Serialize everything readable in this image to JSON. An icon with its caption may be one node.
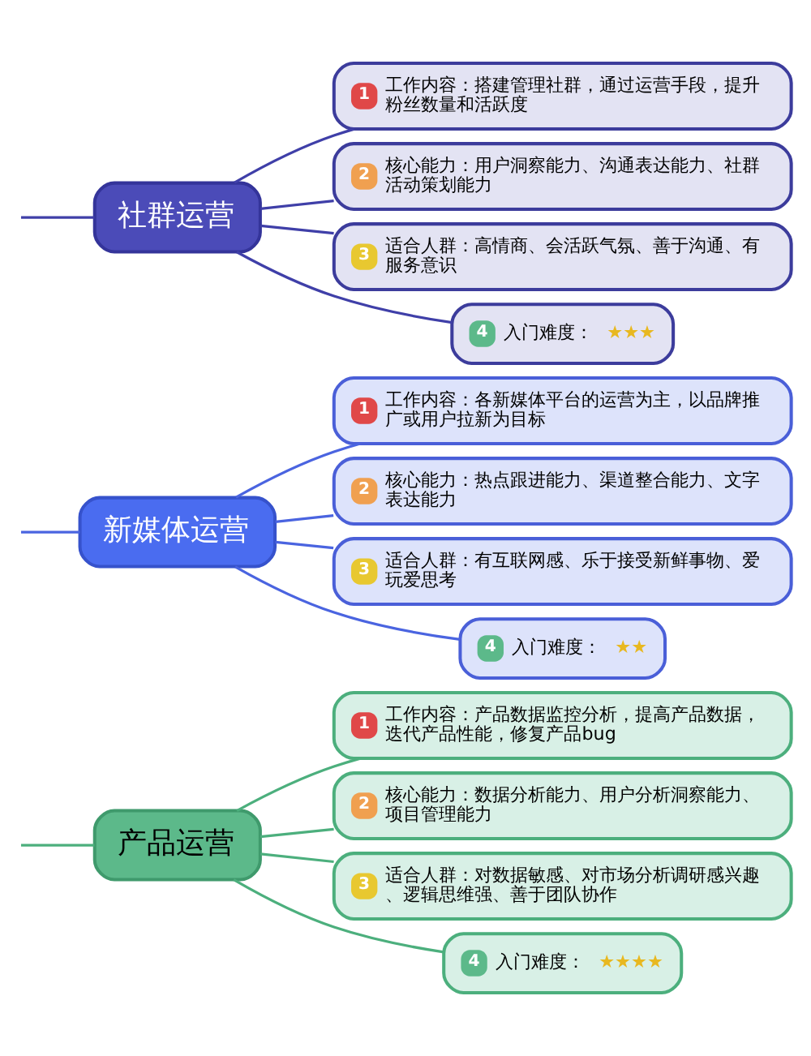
{
  "diagram": {
    "nodes": [
      {
        "text": [
          "产品运营"
        ]
      },
      {
        "text": [
          "1",
          "工作内容：产品数据监控分析，提高产品数据，迭代产品性能，修复产品bug"
        ]
      },
      {
        "text": [
          "2",
          "核心能力：数据分析能力、用户分析洞察能力、项目管理能力"
        ]
      },
      {
        "text": [
          "3",
          "适合人群：对数据敏感、对市场分析调研感兴趣、逻辑思维强、善于团队协作"
        ]
      },
      {
        "text": [
          "4",
          "入门难度：",
          "★★★★"
        ]
      },
      {
        "text": [
          "新媒体运营"
        ]
      },
      {
        "text": [
          "1",
          "工作内容：各新媒体平台的运营为主，以品牌推广或用户拉新为目标"
        ]
      },
      {
        "text": [
          "2",
          "核心能力：热点跟进能力、渠道整合能力、文字表达能力"
        ]
      },
      {
        "text": [
          "3",
          "适合人群：有互联网感、乐于接受新鲜事物、爱玩爱思考"
        ]
      },
      {
        "text": [
          "4",
          "入门难度：",
          "★★"
        ]
      },
      {
        "text": [
          "社群运营"
        ]
      },
      {
        "text": [
          "1",
          "工作内容：搭建管理社群，通过运营手段，提升粉丝数量和活跃度"
        ]
      },
      {
        "text": [
          "2",
          "核心能力：用户洞察能力、沟通表达能力、社群活动策划能力"
        ]
      },
      {
        "text": [
          "3",
          "适合人群：高情商、会活跃气氛、善于沟通、有服务意识"
        ]
      },
      {
        "text": [
          "4",
          "入门难度：",
          "★★★"
        ]
      }
    ],
    "edges": [
      {
        "from": null,
        "to": 0,
        "arrow": "none",
        "color": "#4caf7d"
      },
      {
        "from": 0,
        "to": 1,
        "arrow": "none",
        "color": "#4caf7d"
      },
      {
        "from": 0,
        "to": 2,
        "arrow": "none",
        "color": "#4caf7d"
      },
      {
        "from": 0,
        "to": 3,
        "arrow": "none",
        "color": "#4caf7d"
      },
      {
        "from": 0,
        "to": 4,
        "arrow": "none",
        "color": "#4caf7d"
      },
      {
        "from": null,
        "to": 5,
        "arrow": "none",
        "color": "#4a64e0"
      },
      {
        "from": 5,
        "to": 6,
        "arrow": "none",
        "color": "#4a64e0"
      },
      {
        "from": 5,
        "to": 7,
        "arrow": "none",
        "color": "#4a64e0"
      },
      {
        "from": 5,
        "to": 8,
        "arrow": "none",
        "color": "#4a64e0"
      },
      {
        "from": 5,
        "to": 9,
        "arrow": "none",
        "color": "#4a64e0"
      },
      {
        "from": null,
        "to": 10,
        "arrow": "none",
        "color": "#3f3fa8"
      },
      {
        "from": 10,
        "to": 11,
        "arrow": "none",
        "color": "#3f3fa8"
      },
      {
        "from": 10,
        "to": 12,
        "arrow": "none",
        "color": "#3f3fa8"
      },
      {
        "from": 10,
        "to": 13,
        "arrow": "none",
        "color": "#3f3fa8"
      },
      {
        "from": 10,
        "to": 14,
        "arrow": "none",
        "color": "#3f3fa8"
      }
    ]
  }
}
